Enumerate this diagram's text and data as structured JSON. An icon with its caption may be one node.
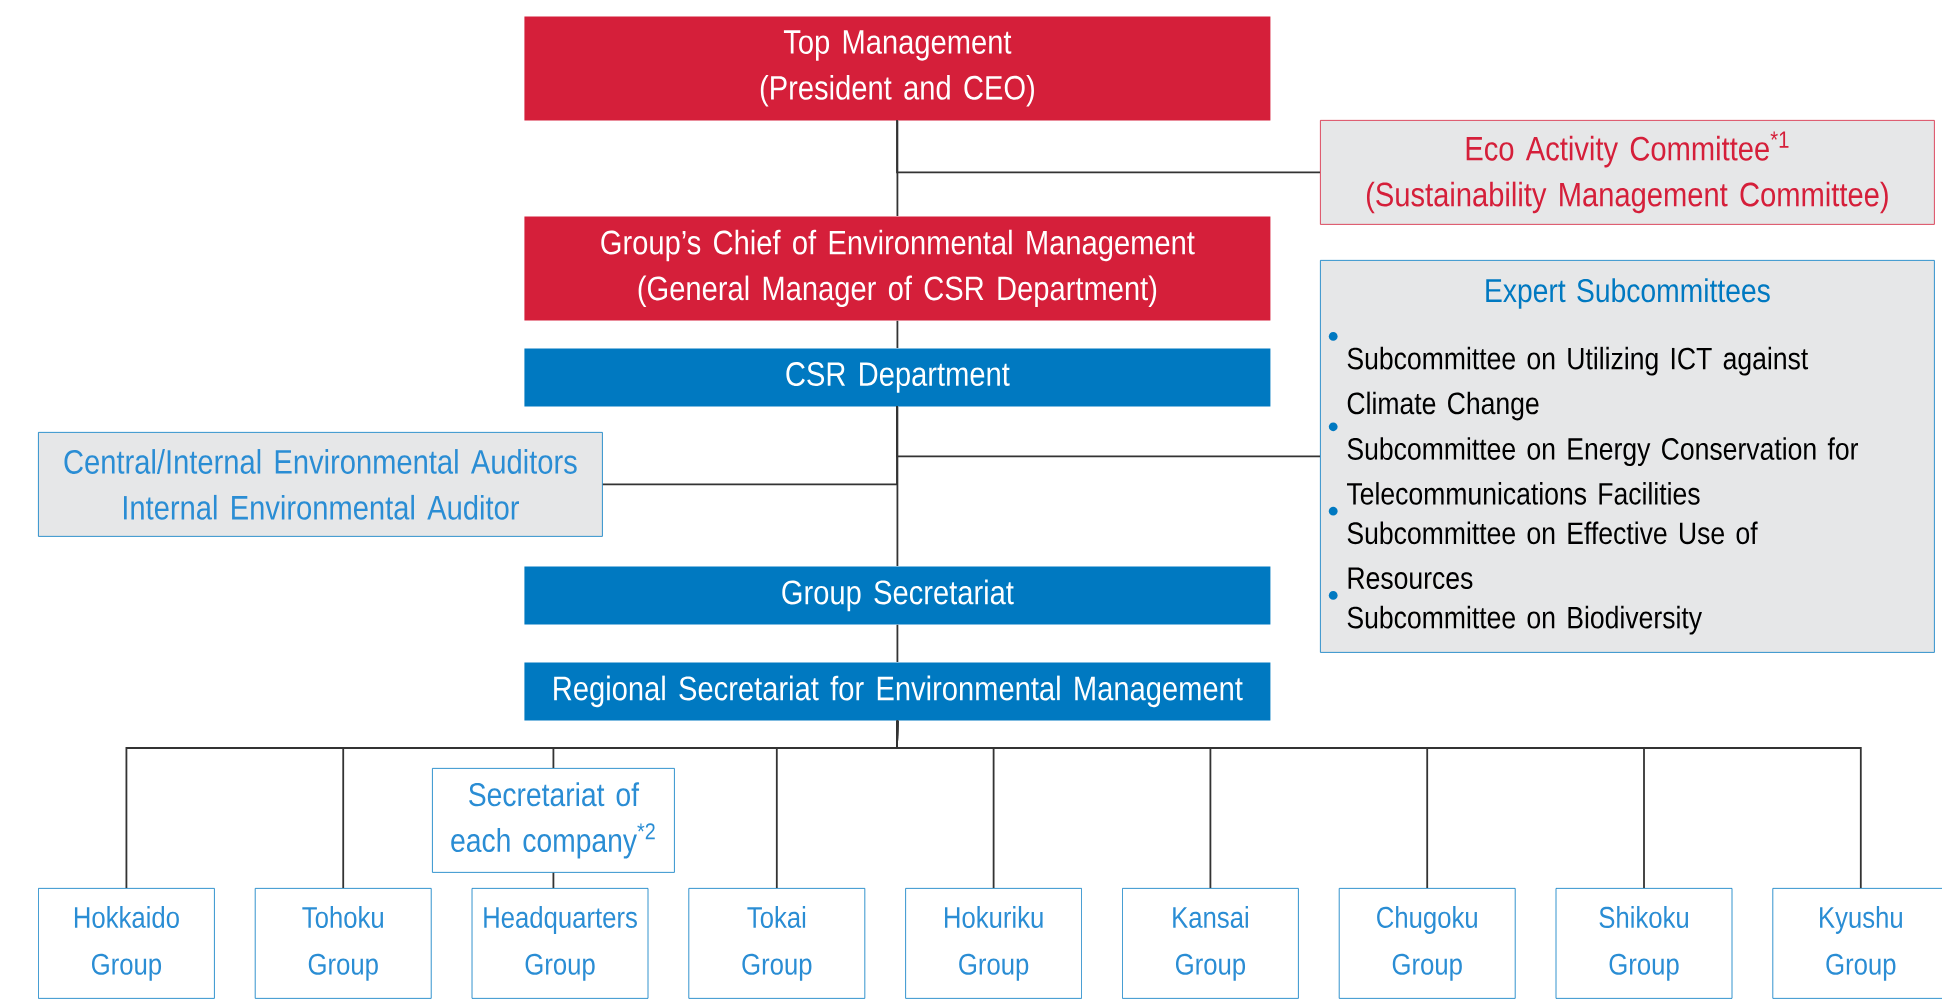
{
  "diagram": {
    "nodes": [
      {
        "text": [
          "Top Management",
          "(President and CEO)"
        ]
      },
      {
        "text": [
          "Eco Activity Committee$^{*1}$",
          "(Sustainability Management Committee)"
        ]
      },
      {
        "text": [
          "Group’s Chief of Environmental Management",
          "(General Manager of CSR Department)"
        ]
      },
      {
        "text": [
          "CSR Department"
        ]
      },
      {
        "text": [
          "Expert Subcommittees",
          "Subcommittee on Utilizing ICT against Climate Change",
          "Subcommittee on Energy Conservation for Telecommunications Facilities",
          "Subcommittee on Effective Use of Resources",
          "Subcommittee on Biodiversity"
        ]
      },
      {
        "text": [
          "Central/Internal Environmental Auditors",
          "Internal Environmental Auditor"
        ]
      },
      {
        "text": [
          "Group Secretariat"
        ]
      },
      {
        "text": [
          "Regional Secretariat for Environmental Management"
        ]
      },
      {
        "text": [
          "Secretariat of each company$^{*2}$"
        ]
      },
      {
        "text": [
          "Hokkaido Group"
        ]
      },
      {
        "text": [
          "Tohoku Group"
        ]
      },
      {
        "text": [
          "Headquarters Group"
        ]
      },
      {
        "text": [
          "Tokai Group"
        ]
      },
      {
        "text": [
          "Hokuriku Group"
        ]
      },
      {
        "text": [
          "Kansai Group"
        ]
      },
      {
        "text": [
          "Chugoku Group"
        ]
      },
      {
        "text": [
          "Shikoku Group"
        ]
      },
      {
        "text": [
          "Kyushu Group"
        ]
      }
    ],
    "edges": [
      {
        "from": 0,
        "to": 2,
        "arrow": "none"
      },
      {
        "from": 0,
        "to": 1,
        "arrow": "none"
      },
      {
        "from": 2,
        "to": 3,
        "arrow": "none"
      },
      {
        "from": 3,
        "to": 4,
        "arrow": "none"
      },
      {
        "from": 3,
        "to": 5,
        "arrow": "none"
      },
      {
        "from": 3,
        "to": 6,
        "arrow": "none"
      },
      {
        "from": 6,
        "to": 7,
        "arrow": "none"
      },
      {
        "from": 7,
        "to": 9,
        "arrow": "none"
      },
      {
        "from": 7,
        "to": 10,
        "arrow": "none"
      },
      {
        "from": 7,
        "to": 8,
        "arrow": "none"
      },
      {
        "from": 8,
        "to": 11,
        "arrow": "none"
      },
      {
        "from": 7,
        "to": 12,
        "arrow": "none"
      },
      {
        "from": 7,
        "to": 13,
        "arrow": "none"
      },
      {
        "from": 7,
        "to": 14,
        "arrow": "none"
      },
      {
        "from": 7,
        "to": 15,
        "arrow": "none"
      },
      {
        "from": 7,
        "to": 16,
        "arrow": "none"
      },
      {
        "from": 7,
        "to": 17,
        "arrow": "none"
      }
    ]
  }
}
